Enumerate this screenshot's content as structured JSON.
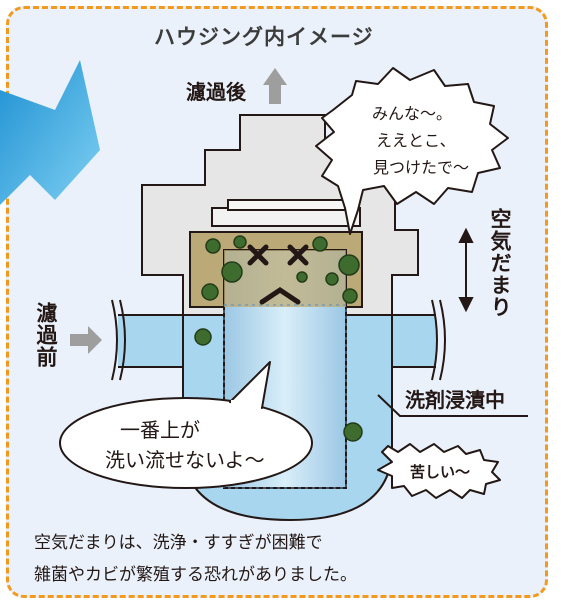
{
  "title": "ハウジング内イメージ",
  "labels": {
    "after_filter": "濾過後",
    "before_filter": "濾過前",
    "air_pocket": "空気だまり",
    "detergent_soak": "洗剤浸漬中"
  },
  "bubbles": {
    "found_it": [
      "みんな～。",
      "ええとこ、",
      "見つけたで～"
    ],
    "cannot_wash": [
      "一番上が",
      "洗い流せないよ～"
    ],
    "painful": "苦しい～"
  },
  "caption": [
    "空気だまりは、洗浄・すすぎが困難で",
    "雑菌やカビが繁殖する恐れがありました。"
  ],
  "colors": {
    "frame_border": "#f39a1e",
    "background": "#eaf1fa",
    "housing": "#e6e6e6",
    "water": "#a9d6ef",
    "air_pocket": "#bba977",
    "germ": "#3e6b2e",
    "arrow": "#9e9e9e",
    "big_arrow": "#3aa6dc"
  }
}
